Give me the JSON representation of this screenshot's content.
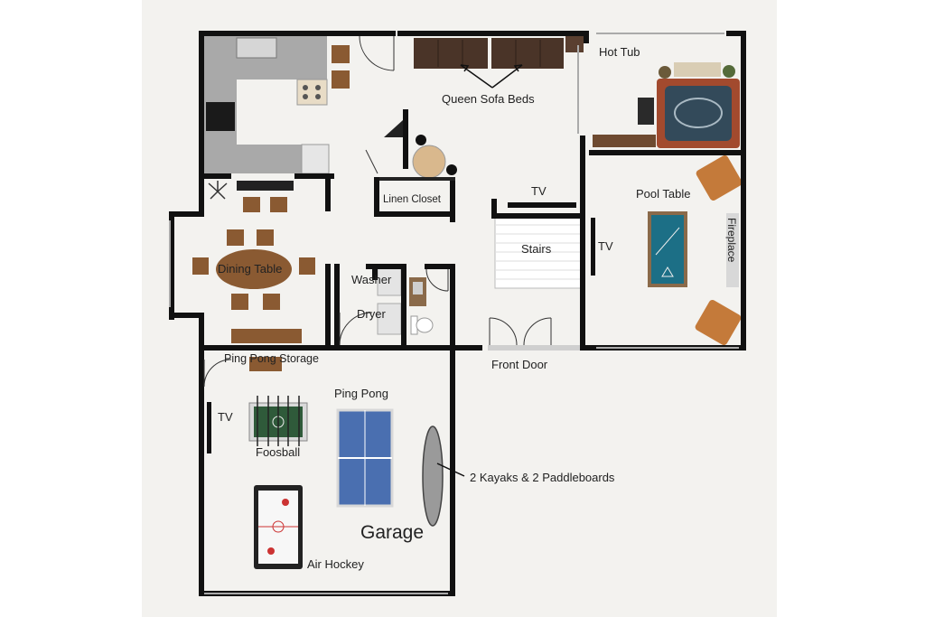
{
  "labels": {
    "hot_tub": "Hot Tub",
    "queen_sofa_beds": "Queen Sofa Beds",
    "linen_closet": "Linen Closet",
    "tv_stairs": "TV",
    "pool_table": "Pool Table",
    "stairs": "Stairs",
    "tv_pool": "TV",
    "fireplace": "Fireplace",
    "dining_table": "Dining Table",
    "washer": "Washer",
    "dryer": "Dryer",
    "ping_pong_storage": "Ping Pong Storage",
    "front_door": "Front Door",
    "ping_pong": "Ping Pong",
    "tv_garage": "TV",
    "foosball": "Foosball",
    "kayaks": "2 Kayaks & 2 Paddleboards",
    "garage": "Garage",
    "air_hockey": "Air Hockey"
  },
  "colors": {
    "background": "#f3f2ef",
    "wall": "#111111",
    "wood": "#8a5a32",
    "sofa": "#4a3428",
    "ping_pong_table": "#4a6fb0",
    "pool_table_felt": "#1c6f86",
    "counter": "#a9a9a9"
  }
}
